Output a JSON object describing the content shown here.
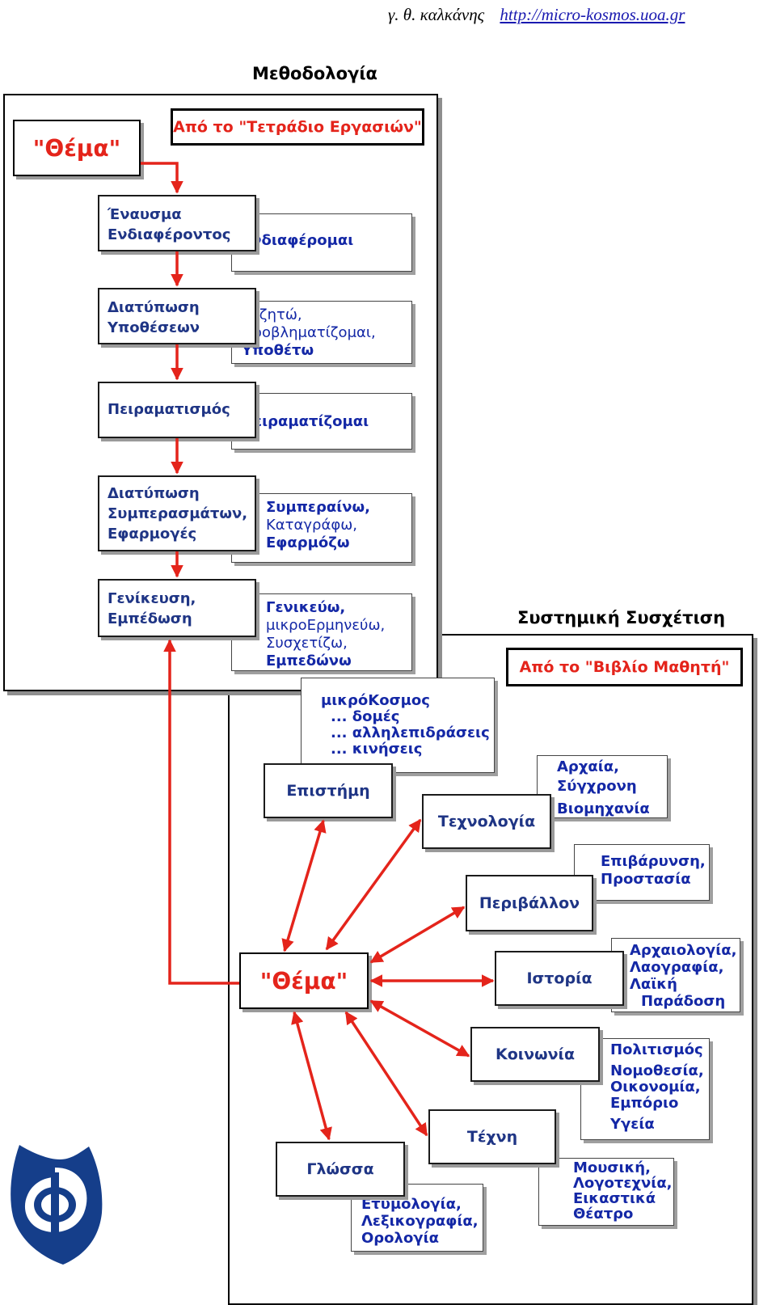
{
  "header": {
    "author": "γ. θ. καλκάνης",
    "url": "http://micro-kosmos.uoa.gr"
  },
  "methodology": {
    "title": "Μεθοδολογία",
    "source_label": "Από το \"Τετράδιο Εργασιών\"",
    "theme_label": "\"Θέμα\"",
    "stages": [
      {
        "lines": [
          "Έναυσμα",
          "Ενδιαφέροντος"
        ]
      },
      {
        "lines": [
          "Διατύπωση",
          "Υποθέσεων"
        ]
      },
      {
        "lines": [
          "Πειραματισμός"
        ]
      },
      {
        "lines": [
          "Διατύπωση",
          "Συμπερασμάτων,",
          "Εφαρμογές"
        ]
      },
      {
        "lines": [
          "Γενίκευση,",
          "Εμπέδωση"
        ]
      }
    ],
    "actions": [
      {
        "lines": [
          "Ενδιαφέρομαι"
        ]
      },
      {
        "lines": [
          "Συζητώ,",
          "Προβληματίζομαι,",
          "Υποθέτω"
        ]
      },
      {
        "lines": [
          "Πειραματίζομαι"
        ]
      },
      {
        "lines": [
          "Συμπεραίνω,",
          "Καταγράφω,",
          "Εφαρμόζω"
        ]
      },
      {
        "lines": [
          "Γενικεύω,",
          "μικροΕρμηνεύω,",
          "Συσχετίζω,",
          "Εμπεδώνω"
        ]
      }
    ]
  },
  "systemic": {
    "title": "Συστημική Συσχέτιση",
    "source_label": "Από το \"Βιβλίο Μαθητή\"",
    "theme_label": "\"Θέμα\"",
    "nodes": {
      "science": "Επιστήμη",
      "technology": "Τεχνολογία",
      "environment": "Περιβάλλον",
      "history": "Ιστορία",
      "society": "Κοινωνία",
      "art": "Τέχνη",
      "language": "Γλώσσα"
    },
    "details": {
      "science": [
        "μικρόΚοσμος",
        "... δομές",
        "... αλληλεπιδράσεις",
        "... κινήσεις"
      ],
      "technology": [
        "Αρχαία,",
        "Σύγχρονη",
        "Βιομηχανία"
      ],
      "environment": [
        "Επιβάρυνση,",
        "Προστασία"
      ],
      "history": [
        "Αρχαιολογία,",
        "Λαογραφία,",
        "Λαϊκή",
        "Παράδοση"
      ],
      "society": [
        "Πολιτισμός",
        "Νομοθεσία,",
        "Οικονομία,",
        "Εμπόριο",
        "Υγεία"
      ],
      "art": [
        "Μουσική,",
        "Λογοτεχνία,",
        "Εικαστικά",
        "Θέατρο"
      ],
      "language": [
        "Ετυμολογία,",
        "Λεξικογραφία,",
        "Ορολογία"
      ]
    }
  },
  "colors": {
    "arrow": "#e4241b",
    "box_text": "#1f3585",
    "info_text": "#1428a6",
    "source_text": "#e4241b"
  },
  "icons": {
    "logo": "owl-phi-logo-icon"
  }
}
